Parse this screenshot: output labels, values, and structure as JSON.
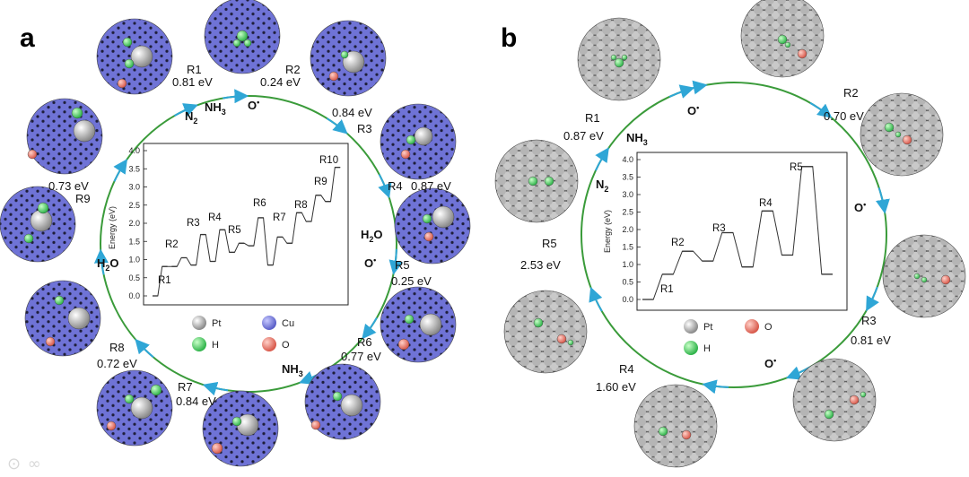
{
  "panel_a": {
    "letter": "a",
    "steps": [
      {
        "name": "R1",
        "energy": "0.81 eV"
      },
      {
        "name": "R2",
        "energy": "0.24 eV"
      },
      {
        "name": "R3",
        "energy": "0.84 eV"
      },
      {
        "name": "R4",
        "energy": "0.87 eV"
      },
      {
        "name": "R5",
        "energy": "0.25 eV"
      },
      {
        "name": "R6",
        "energy": "0.77 eV"
      },
      {
        "name": "R7",
        "energy": "0.84 eV"
      },
      {
        "name": "R8",
        "energy": "0.72 eV"
      },
      {
        "name": "R9",
        "energy": "0.73 eV"
      }
    ],
    "molecules": {
      "n2_main": "N",
      "n2_sub": "2",
      "nh3_main": "NH",
      "nh3_sub": "3",
      "o_top": "O",
      "h2o_right_main": "H",
      "h2o_right_sub": "2",
      "h2o_right_end": "O",
      "o_right": "O",
      "nh3_bottom_main": "NH",
      "nh3_bottom_sub": "3",
      "h2o_left_main": "H",
      "h2o_left_sub": "2",
      "h2o_left_end": "O"
    },
    "legend": {
      "pt": "Pt",
      "cu": "Cu",
      "h": "H",
      "o": "O"
    },
    "colors": {
      "surface": "#6f73d6",
      "ring": "#3a9b3a",
      "arrow": "#2fa6d6"
    }
  },
  "panel_b": {
    "letter": "b",
    "steps": [
      {
        "name": "R1",
        "energy": "0.87 eV"
      },
      {
        "name": "R2",
        "energy": "0.70 eV"
      },
      {
        "name": "R3",
        "energy": "0.81 eV"
      },
      {
        "name": "R4",
        "energy": "1.60 eV"
      },
      {
        "name": "R5",
        "energy": "2.53 eV"
      }
    ],
    "molecules": {
      "nh3_main": "NH",
      "nh3_sub": "3",
      "n2_main": "N",
      "n2_sub": "2",
      "o_top": "O",
      "o_right": "O",
      "o_bottom": "O"
    },
    "legend": {
      "pt": "Pt",
      "o": "O",
      "h": "H"
    },
    "colors": {
      "surface": "#8a8a8a",
      "ring": "#3a9b3a",
      "arrow": "#2fa6d6"
    }
  },
  "chart_data": [
    {
      "type": "line",
      "ylabel": "Energy (eV)",
      "ylim": [
        0,
        4.0
      ],
      "yticks": [
        "0.0",
        "0.5",
        "1.0",
        "1.5",
        "2.0",
        "2.5",
        "3.0",
        "3.5",
        "4.0"
      ],
      "step_labels": [
        "R1",
        "R2",
        "R3",
        "R4",
        "R5",
        "R6",
        "R7",
        "R8",
        "R9",
        "R10"
      ],
      "levels": [
        0.0,
        0.81,
        0.81,
        1.05,
        0.85,
        1.69,
        0.95,
        1.82,
        1.2,
        1.45,
        1.38,
        2.15,
        0.85,
        1.62,
        1.45,
        2.29,
        2.05,
        2.77,
        2.6,
        3.54
      ],
      "grid": false
    },
    {
      "type": "line",
      "ylabel": "Energy (eV)",
      "ylim": [
        0,
        4.0
      ],
      "yticks": [
        "0.0",
        "0.5",
        "1.0",
        "1.5",
        "2.0",
        "2.5",
        "3.0",
        "3.5",
        "4.0"
      ],
      "step_labels": [
        "R1",
        "R2",
        "R3",
        "R4",
        "R5"
      ],
      "levels": [
        0.0,
        0.72,
        1.38,
        1.1,
        1.91,
        0.93,
        2.53,
        1.27,
        3.8,
        0.72
      ],
      "grid": false
    }
  ]
}
